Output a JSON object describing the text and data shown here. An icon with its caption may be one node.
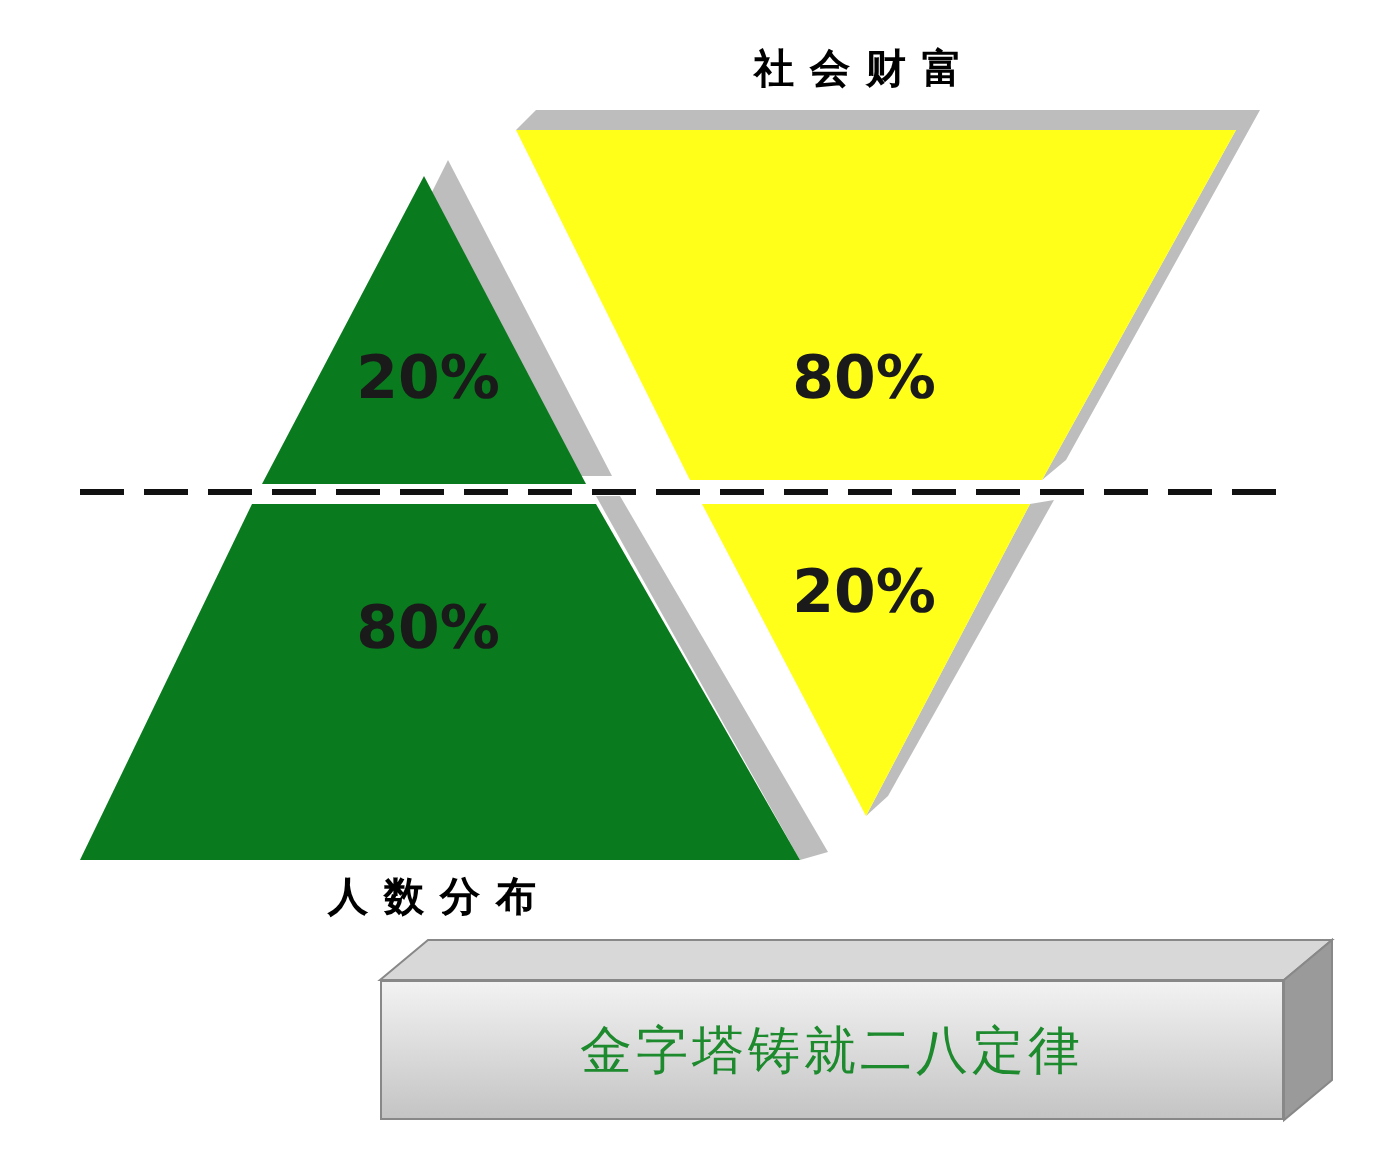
{
  "diagram": {
    "nodes": [
      {
        "text": [
          "20%"
        ]
      },
      {
        "text": [
          "80%"
        ]
      },
      {
        "text": [
          "80%"
        ]
      },
      {
        "text": [
          "20%"
        ]
      },
      {
        "text": [
          "金字塔铸就二八定律"
        ]
      }
    ],
    "edges": [],
    "labels": [
      "社会财富",
      "人数分布"
    ]
  }
}
